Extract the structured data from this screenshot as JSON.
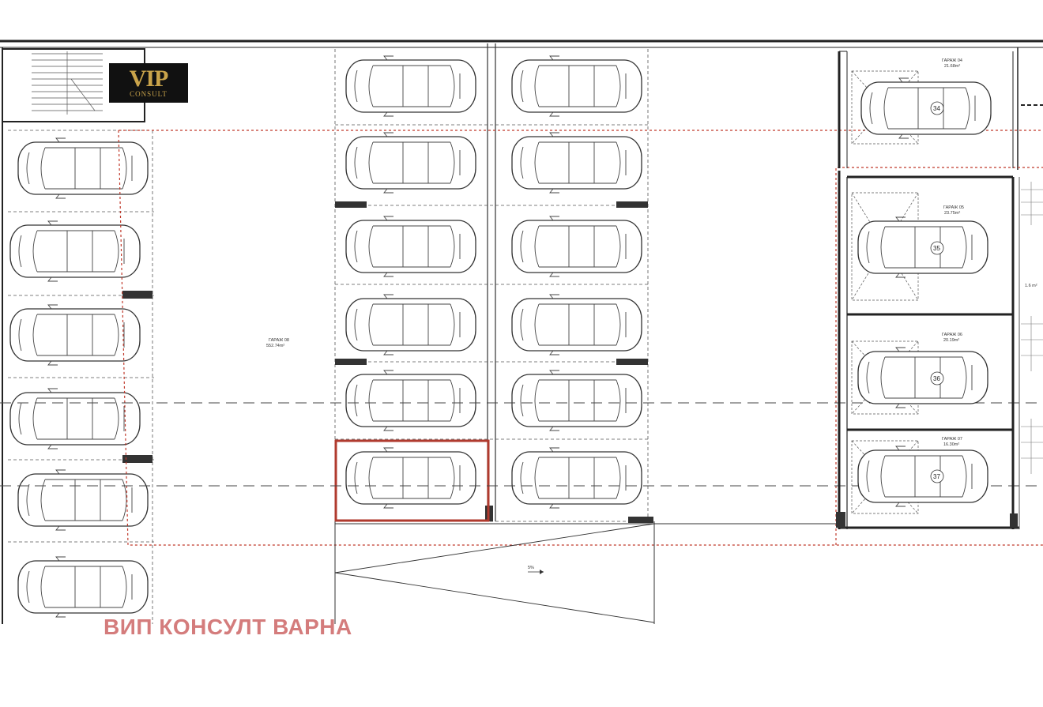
{
  "logo": {
    "main": "VIP",
    "sub": "CONSULT"
  },
  "watermark": "ВИП КОНСУЛТ ВАРНА",
  "ramp": {
    "slope": "5%"
  },
  "garages": [
    {
      "name": "ГАРАЖ 04",
      "area": "21.68m²",
      "number": "34"
    },
    {
      "name": "ГАРАЖ 05",
      "area": "23.75m²",
      "number": "35"
    },
    {
      "name": "ГАРАЖ 06",
      "area": "20.19m²",
      "number": "36"
    },
    {
      "name": "ГАРАЖ 07",
      "area": "16.30m²",
      "number": "37"
    }
  ],
  "main_garage": {
    "name": "ГАРАЖ 08",
    "area": "552.74m²"
  },
  "side_labels": [
    "1.6 m²"
  ],
  "colors": {
    "highlight": "#b03a2e",
    "watermark": "#d47c7c",
    "logo_gold": "#c9a34a"
  }
}
